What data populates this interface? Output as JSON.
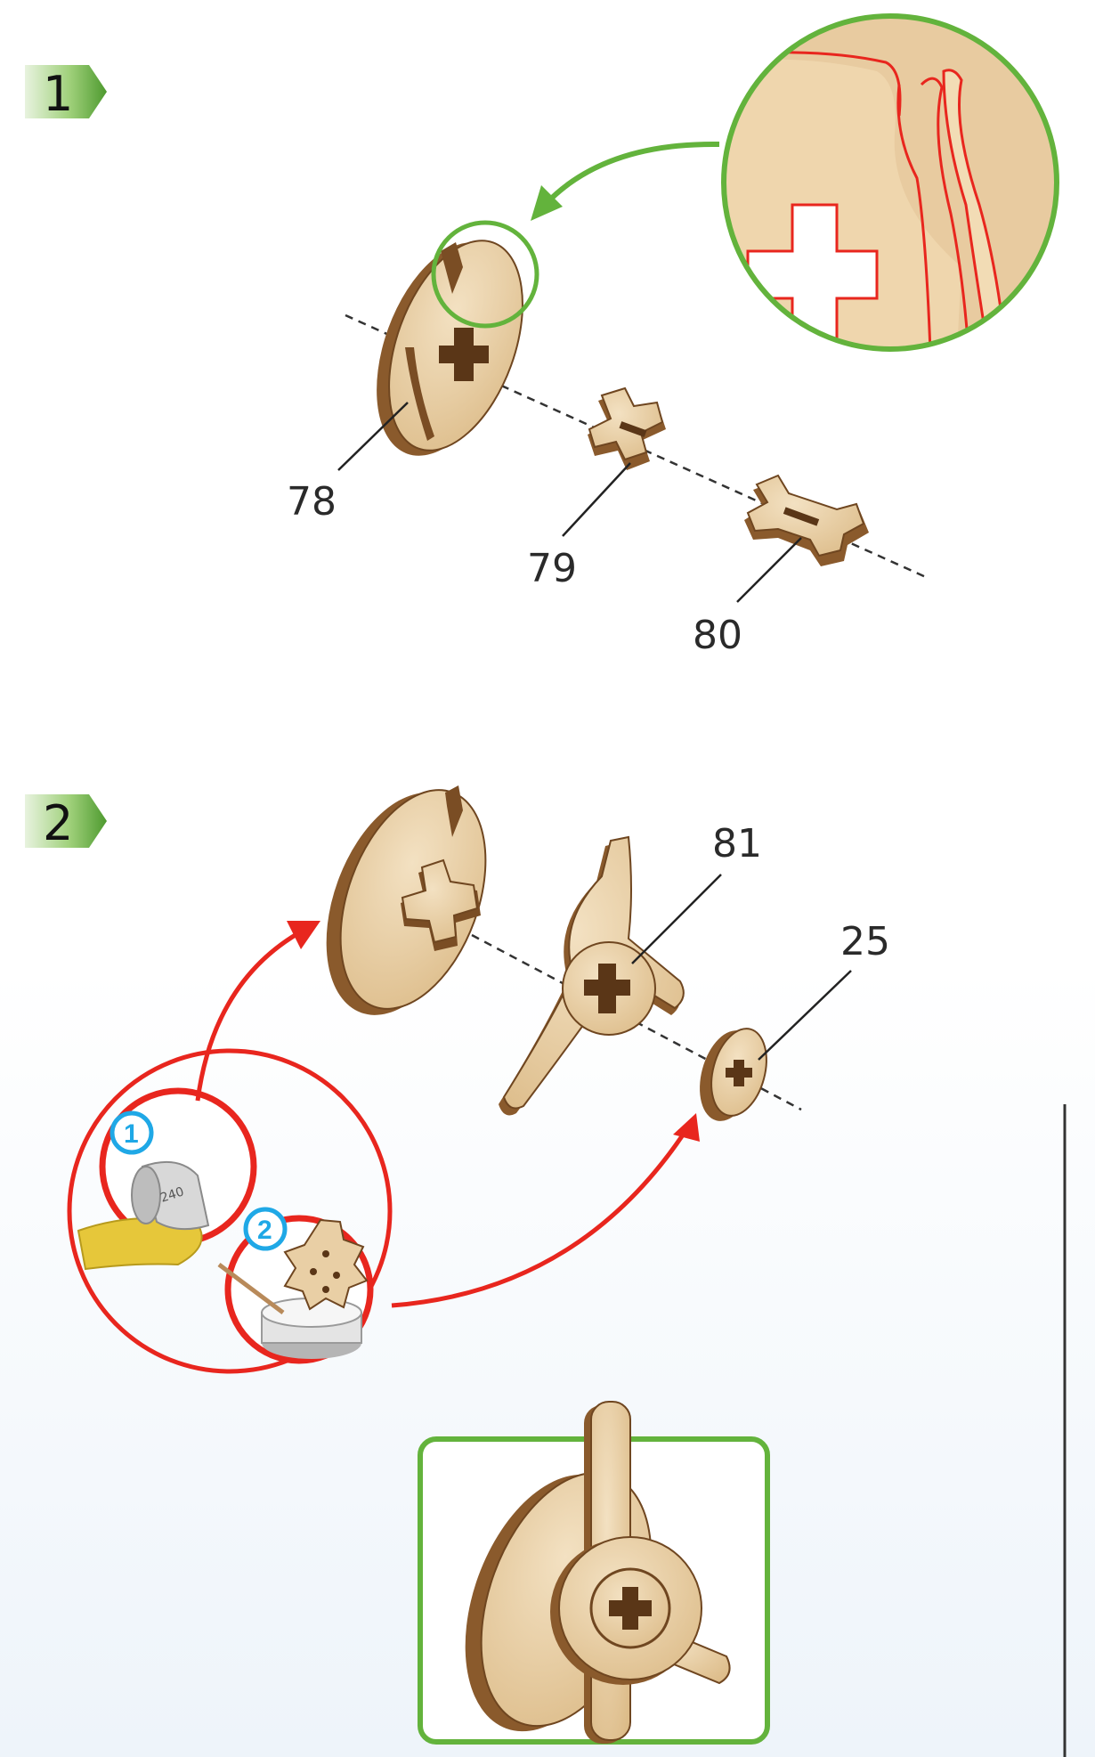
{
  "steps": [
    {
      "number": "1",
      "parts": [
        "78",
        "79",
        "80"
      ]
    },
    {
      "number": "2",
      "parts": [
        "81",
        "25"
      ],
      "tips": [
        {
          "number": "1",
          "tool": "sandpaper-icon",
          "paper_grit": "240"
        },
        {
          "number": "2",
          "tool": "glue-jar-icon"
        }
      ]
    }
  ],
  "colors": {
    "wood_face": "#e9cfa5",
    "wood_edge": "#8a5a2c",
    "step_badge": "#4e9a2f",
    "detail_outline": "#63b33c",
    "tip_outline": "#e8261e",
    "tip_number": "#1fa8e6",
    "sandpaper": "#e6c73a"
  }
}
